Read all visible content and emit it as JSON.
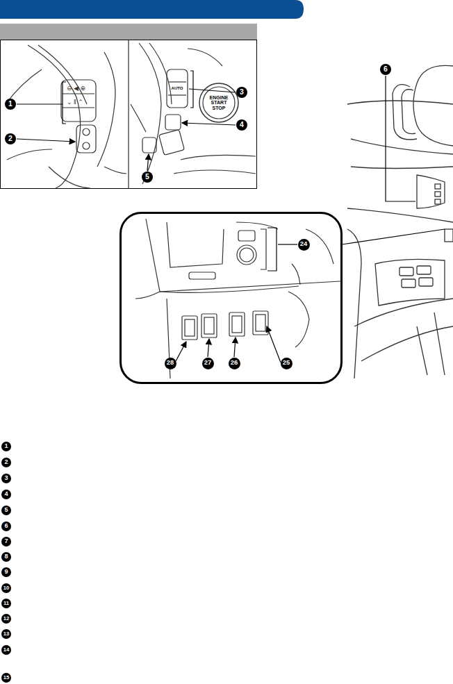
{
  "diagram": {
    "labels": [
      "1",
      "2",
      "3",
      "4",
      "5",
      "6",
      "24",
      "25",
      "26",
      "27",
      "28",
      "1",
      "2",
      "3",
      "4",
      "5",
      "6",
      "7",
      "8",
      "9",
      "10",
      "11",
      "12",
      "13",
      "14",
      "15",
      "ENGINE START STOP",
      "AUTO"
    ]
  }
}
